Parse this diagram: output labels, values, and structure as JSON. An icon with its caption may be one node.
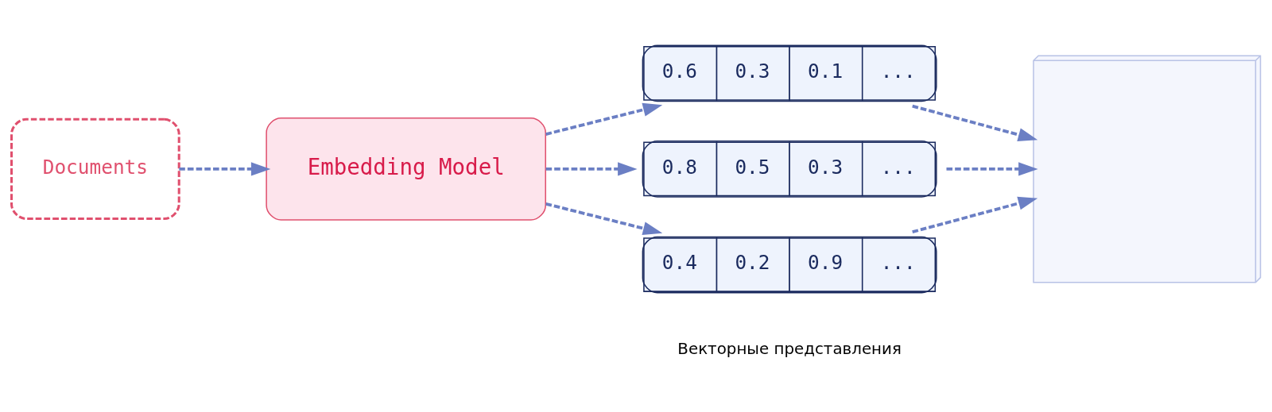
{
  "diagram": {
    "nodes": [
      {
        "text": [
          "Documents"
        ]
      },
      {
        "text": [
          "Embedding Model"
        ]
      },
      {
        "text": [
          "0.6",
          "0.3",
          "0.1",
          "..."
        ]
      },
      {
        "text": [
          "0.8",
          "0.5",
          "0.3",
          "..."
        ]
      },
      {
        "text": [
          "0.4",
          "0.2",
          "0.9",
          "..."
        ]
      },
      {
        "text": [],
        "shape": "picture"
      }
    ],
    "edges": [
      {
        "from": 0,
        "to": 1,
        "arrow": "to",
        "style": "dashed"
      },
      {
        "from": 1,
        "to": 2,
        "arrow": "to",
        "style": "dashed"
      },
      {
        "from": 1,
        "to": 3,
        "arrow": "to",
        "style": "dashed"
      },
      {
        "from": 1,
        "to": 4,
        "arrow": "to",
        "style": "dashed"
      },
      {
        "from": 2,
        "to": 5,
        "arrow": "to",
        "style": "dashed"
      },
      {
        "from": 3,
        "to": 5,
        "arrow": "to",
        "style": "dashed"
      },
      {
        "from": 4,
        "to": 5,
        "arrow": "to",
        "style": "dashed"
      }
    ],
    "labels": [
      "Векторные представления"
    ]
  }
}
